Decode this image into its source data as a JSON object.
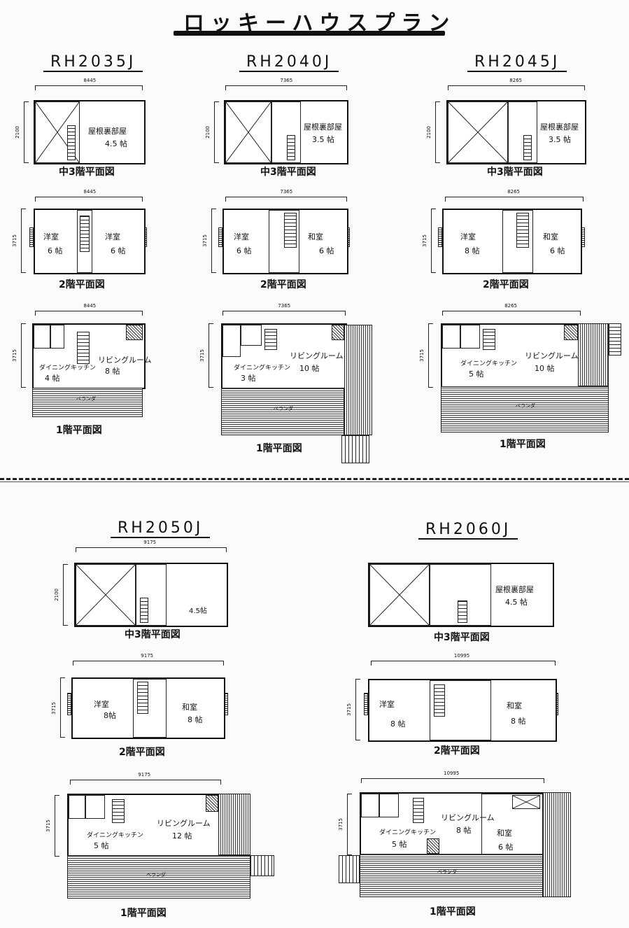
{
  "page": {
    "title": "ロッキーハウスプラン"
  },
  "labels": {
    "floor3": "中3階平面図",
    "floor2": "2階平面図",
    "floor1": "1階平面図",
    "attic": "屋根裏部屋",
    "western": "洋室",
    "japanese": "和室",
    "living": "リビングルーム",
    "dining": "ダイニングキッチン",
    "veranda": "ベランダ"
  },
  "plans": [
    {
      "name": "RH2035J",
      "width_dim": "8445",
      "depth_dim": "3715",
      "attic_depth_dim": "2100",
      "attic_size": "4.5 帖",
      "f2_left_size": "6 帖",
      "f2_right_name": "洋室",
      "f2_right_size": "6 帖",
      "living_size": "8 帖",
      "dining_size": "4 帖"
    },
    {
      "name": "RH2040J",
      "width_dim": "7365",
      "depth_dim": "3715",
      "attic_depth_dim": "2100",
      "attic_size": "3.5 帖",
      "f2_left_size": "6 帖",
      "f2_right_name": "和室",
      "f2_right_size": "6 帖",
      "living_size": "10 帖",
      "dining_size": "3 帖"
    },
    {
      "name": "RH2045J",
      "width_dim": "8265",
      "depth_dim": "3715",
      "attic_depth_dim": "2100",
      "attic_size": "3.5 帖",
      "f2_left_size": "8 帖",
      "f2_right_name": "和室",
      "f2_right_size": "6 帖",
      "living_size": "10 帖",
      "dining_size": "5 帖"
    },
    {
      "name": "RH2050J",
      "width_dim": "9175",
      "depth_dim": "3715",
      "attic_depth_dim": "2100",
      "attic_size": "4.5帖",
      "f2_left_size": "8帖",
      "f2_right_name": "和室",
      "f2_right_size": "8 帖",
      "living_size": "12 帖",
      "dining_size": "5 帖"
    },
    {
      "name": "RH2060J",
      "width_dim": "10995",
      "depth_dim": "3715",
      "attic_depth_dim": "",
      "attic_size": "4.5 帖",
      "f2_left_size": "8 帖",
      "f2_right_name": "和室",
      "f2_right_size": "8 帖",
      "living_size": "8 帖",
      "dining_size": "5 帖",
      "extra_room_name": "和室",
      "extra_room_size": "6 帖"
    }
  ]
}
